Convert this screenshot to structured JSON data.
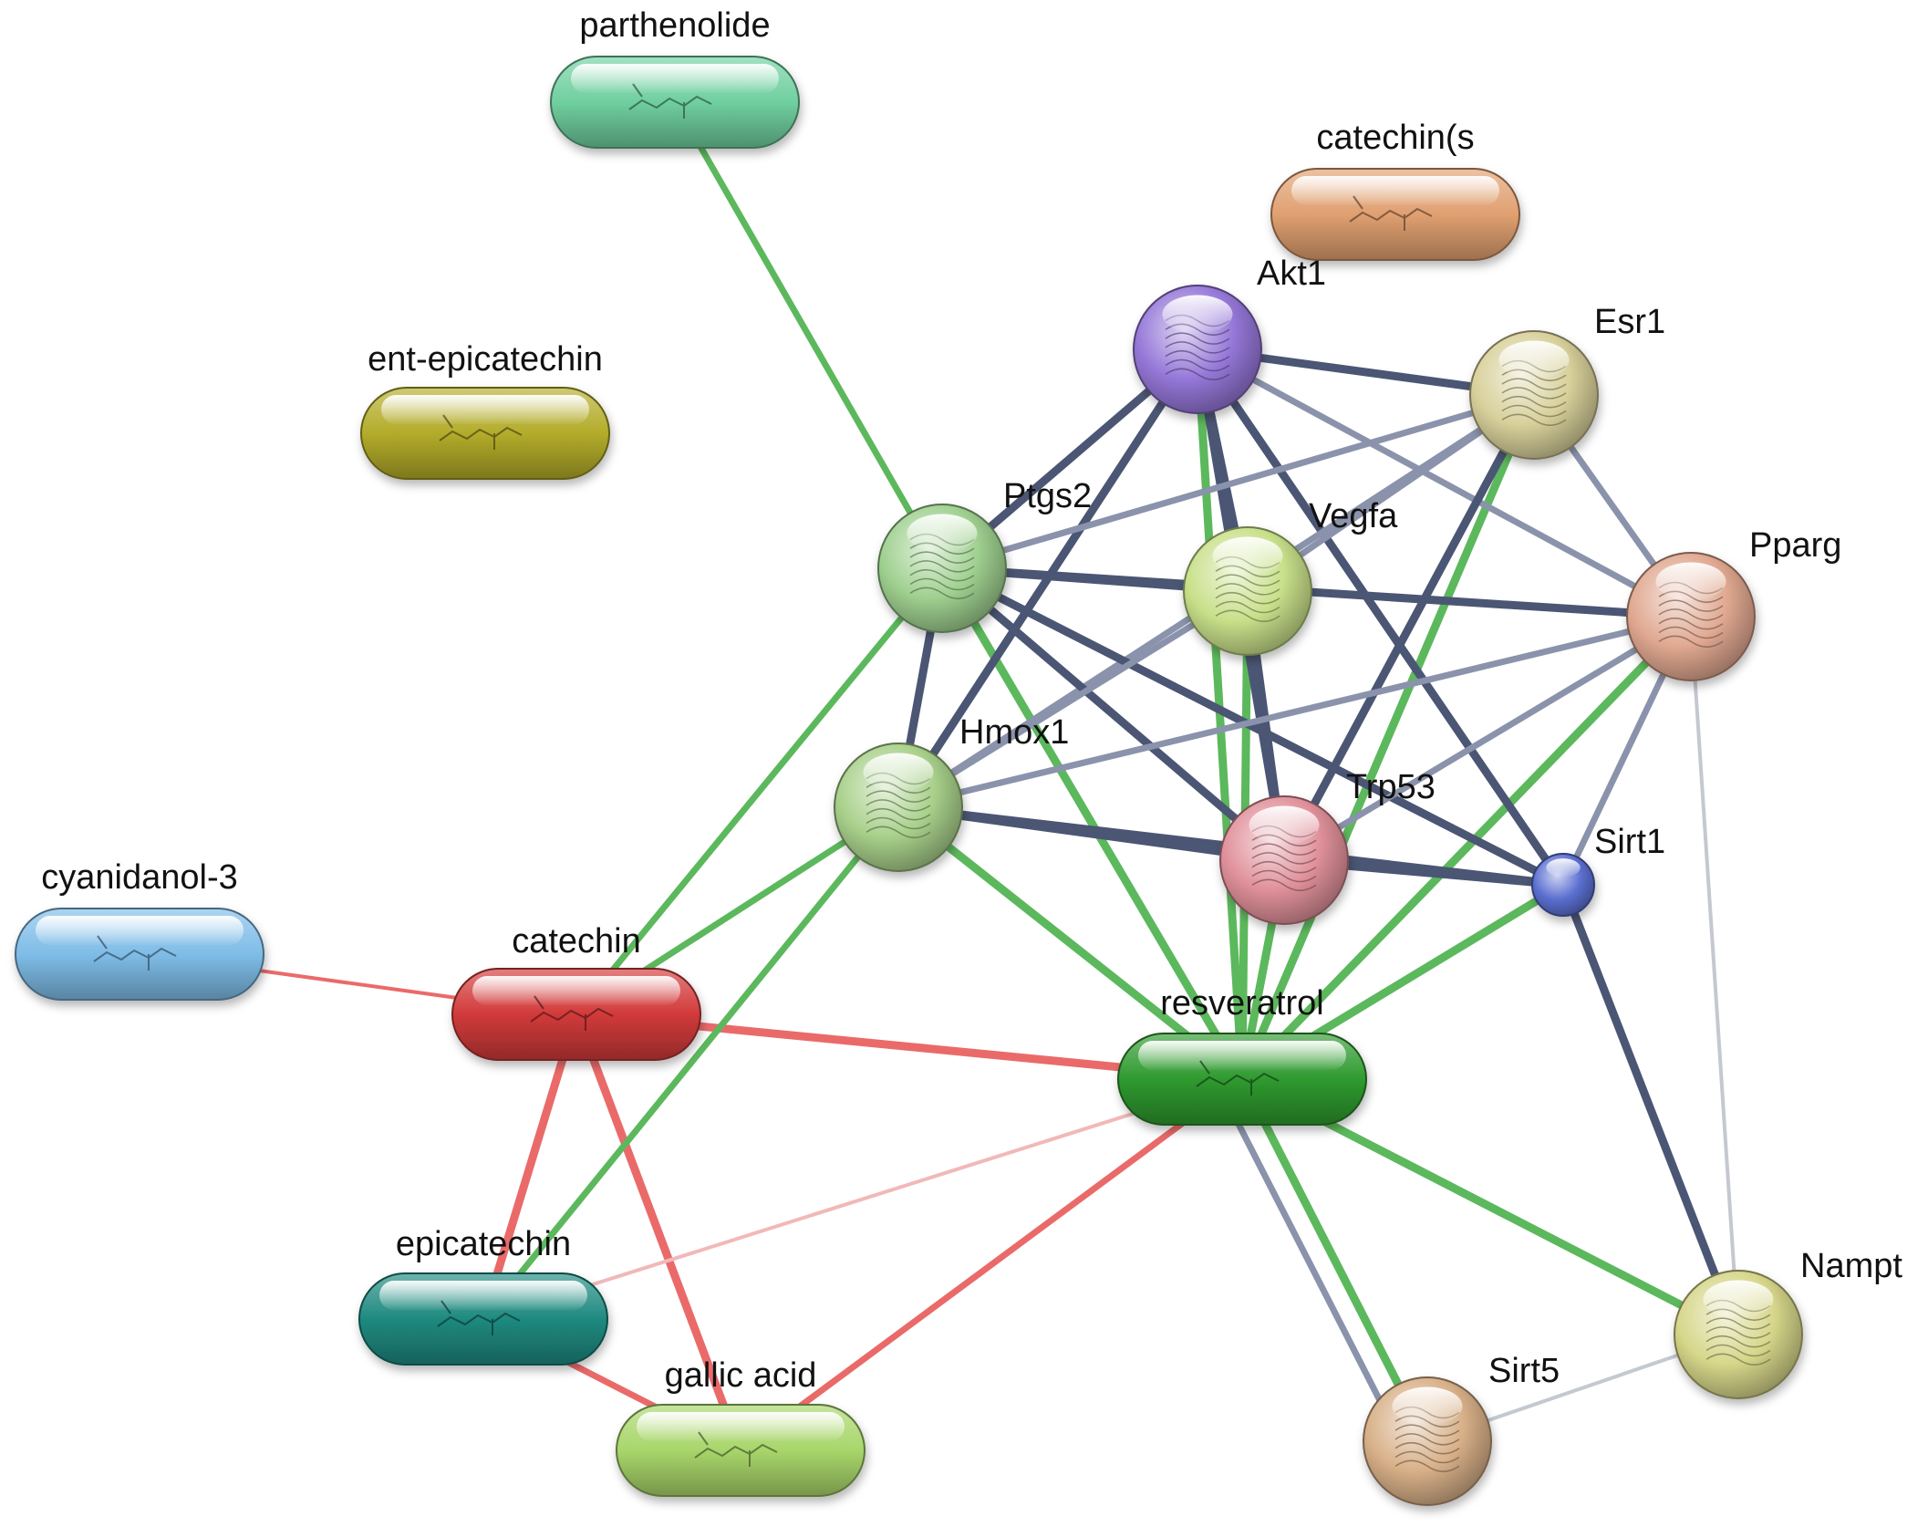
{
  "nodes": [
    {
      "id": "parthenolide",
      "label": "parthenolide",
      "kind": "chemical",
      "color": "#6fcf9f"
    },
    {
      "id": "catechin_s",
      "label": "catechin(s",
      "kind": "chemical",
      "color": "#e0a070"
    },
    {
      "id": "ent_epicatechin",
      "label": "ent-epicatechin",
      "kind": "chemical",
      "color": "#b3ac2a"
    },
    {
      "id": "cyanidanol3",
      "label": "cyanidanol-3",
      "kind": "chemical",
      "color": "#7fbde8"
    },
    {
      "id": "catechin",
      "label": "catechin",
      "kind": "chemical",
      "color": "#d23a3a"
    },
    {
      "id": "epicatechin",
      "label": "epicatechin",
      "kind": "chemical",
      "color": "#1f8a80"
    },
    {
      "id": "gallic_acid",
      "label": "gallic acid",
      "kind": "chemical",
      "color": "#a8d66a"
    },
    {
      "id": "resveratrol",
      "label": "resveratrol",
      "kind": "chemical",
      "color": "#2f9a2f"
    },
    {
      "id": "Akt1",
      "label": "Akt1",
      "kind": "protein",
      "color": "#9577d8"
    },
    {
      "id": "Esr1",
      "label": "Esr1",
      "kind": "protein",
      "color": "#d8d09a"
    },
    {
      "id": "Ptgs2",
      "label": "Ptgs2",
      "kind": "protein",
      "color": "#9fd08f"
    },
    {
      "id": "Vegfa",
      "label": "Vegfa",
      "kind": "protein",
      "color": "#c8e08a"
    },
    {
      "id": "Pparg",
      "label": "Pparg",
      "kind": "protein",
      "color": "#e0a890"
    },
    {
      "id": "Hmox1",
      "label": "Hmox1",
      "kind": "protein",
      "color": "#a8d08a"
    },
    {
      "id": "Trp53",
      "label": "Trp53",
      "kind": "protein",
      "color": "#e0909a"
    },
    {
      "id": "Sirt1",
      "label": "Sirt1",
      "kind": "protein",
      "color": "#5b6fd0"
    },
    {
      "id": "Nampt",
      "label": "Nampt",
      "kind": "protein",
      "color": "#d6d68a"
    },
    {
      "id": "Sirt5",
      "label": "Sirt5",
      "kind": "protein",
      "color": "#d8b088"
    }
  ],
  "edges": [
    {
      "from": "parthenolide",
      "to": "Ptgs2",
      "type": "green",
      "weight": 2
    },
    {
      "from": "cyanidanol3",
      "to": "catechin",
      "type": "red",
      "weight": 1
    },
    {
      "from": "catechin",
      "to": "Ptgs2",
      "type": "green",
      "weight": 2
    },
    {
      "from": "catechin",
      "to": "Hmox1",
      "type": "green",
      "weight": 2
    },
    {
      "from": "catechin",
      "to": "resveratrol",
      "type": "red",
      "weight": 3
    },
    {
      "from": "catechin",
      "to": "epicatechin",
      "type": "red",
      "weight": 3
    },
    {
      "from": "catechin",
      "to": "gallic_acid",
      "type": "red",
      "weight": 3
    },
    {
      "from": "epicatechin",
      "to": "Hmox1",
      "type": "green",
      "weight": 2
    },
    {
      "from": "epicatechin",
      "to": "gallic_acid",
      "type": "red",
      "weight": 2
    },
    {
      "from": "epicatechin",
      "to": "resveratrol",
      "type": "pink",
      "weight": 1
    },
    {
      "from": "gallic_acid",
      "to": "resveratrol",
      "type": "red",
      "weight": 2
    },
    {
      "from": "resveratrol",
      "to": "Ptgs2",
      "type": "green",
      "weight": 3
    },
    {
      "from": "resveratrol",
      "to": "Hmox1",
      "type": "green",
      "weight": 3
    },
    {
      "from": "resveratrol",
      "to": "Akt1",
      "type": "green",
      "weight": 3
    },
    {
      "from": "resveratrol",
      "to": "Vegfa",
      "type": "green",
      "weight": 3
    },
    {
      "from": "resveratrol",
      "to": "Trp53",
      "type": "green",
      "weight": 3
    },
    {
      "from": "resveratrol",
      "to": "Esr1",
      "type": "green",
      "weight": 3
    },
    {
      "from": "resveratrol",
      "to": "Pparg",
      "type": "green",
      "weight": 3
    },
    {
      "from": "resveratrol",
      "to": "Sirt1",
      "type": "green",
      "weight": 3
    },
    {
      "from": "resveratrol",
      "to": "Nampt",
      "type": "green",
      "weight": 3
    },
    {
      "from": "resveratrol",
      "to": "Sirt5",
      "type": "green",
      "weight": 3
    },
    {
      "from": "resveratrol",
      "to": "Sirt5",
      "type": "slate",
      "weight": 2,
      "offset": 26
    },
    {
      "from": "Akt1",
      "to": "Esr1",
      "type": "navy",
      "weight": 3
    },
    {
      "from": "Akt1",
      "to": "Ptgs2",
      "type": "navy",
      "weight": 3
    },
    {
      "from": "Akt1",
      "to": "Vegfa",
      "type": "navy",
      "weight": 3
    },
    {
      "from": "Akt1",
      "to": "Hmox1",
      "type": "navy",
      "weight": 3
    },
    {
      "from": "Akt1",
      "to": "Trp53",
      "type": "navy",
      "weight": 3
    },
    {
      "from": "Akt1",
      "to": "Pparg",
      "type": "slate",
      "weight": 2
    },
    {
      "from": "Akt1",
      "to": "Sirt1",
      "type": "navy",
      "weight": 3
    },
    {
      "from": "Esr1",
      "to": "Ptgs2",
      "type": "slate",
      "weight": 2
    },
    {
      "from": "Esr1",
      "to": "Hmox1",
      "type": "slate",
      "weight": 2
    },
    {
      "from": "Esr1",
      "to": "Trp53",
      "type": "navy",
      "weight": 3
    },
    {
      "from": "Esr1",
      "to": "Pparg",
      "type": "slate",
      "weight": 2
    },
    {
      "from": "Ptgs2",
      "to": "Vegfa",
      "type": "navy",
      "weight": 3
    },
    {
      "from": "Ptgs2",
      "to": "Pparg",
      "type": "navy",
      "weight": 3
    },
    {
      "from": "Ptgs2",
      "to": "Hmox1",
      "type": "navy",
      "weight": 3
    },
    {
      "from": "Ptgs2",
      "to": "Trp53",
      "type": "navy",
      "weight": 3
    },
    {
      "from": "Ptgs2",
      "to": "Sirt1",
      "type": "navy",
      "weight": 3
    },
    {
      "from": "Vegfa",
      "to": "Hmox1",
      "type": "slate",
      "weight": 2
    },
    {
      "from": "Vegfa",
      "to": "Trp53",
      "type": "navy",
      "weight": 3
    },
    {
      "from": "Vegfa",
      "to": "Esr1",
      "type": "slate",
      "weight": 2
    },
    {
      "from": "Pparg",
      "to": "Hmox1",
      "type": "slate",
      "weight": 2
    },
    {
      "from": "Pparg",
      "to": "Trp53",
      "type": "slate",
      "weight": 2
    },
    {
      "from": "Pparg",
      "to": "Sirt1",
      "type": "slate",
      "weight": 2
    },
    {
      "from": "Pparg",
      "to": "Nampt",
      "type": "faint",
      "weight": 1
    },
    {
      "from": "Hmox1",
      "to": "Trp53",
      "type": "navy",
      "weight": 3
    },
    {
      "from": "Hmox1",
      "to": "Sirt1",
      "type": "navy",
      "weight": 3
    },
    {
      "from": "Trp53",
      "to": "Sirt1",
      "type": "navy",
      "weight": 3
    },
    {
      "from": "Sirt1",
      "to": "Nampt",
      "type": "navy",
      "weight": 3
    },
    {
      "from": "Nampt",
      "to": "Sirt5",
      "type": "faint",
      "weight": 1
    }
  ],
  "edge_colors": {
    "green": "#5cb85c",
    "red": "#ea6a6a",
    "pink": "#f2b8b8",
    "navy": "#4b5674",
    "slate": "#8a93ab",
    "faint": "#c4c8d0"
  }
}
